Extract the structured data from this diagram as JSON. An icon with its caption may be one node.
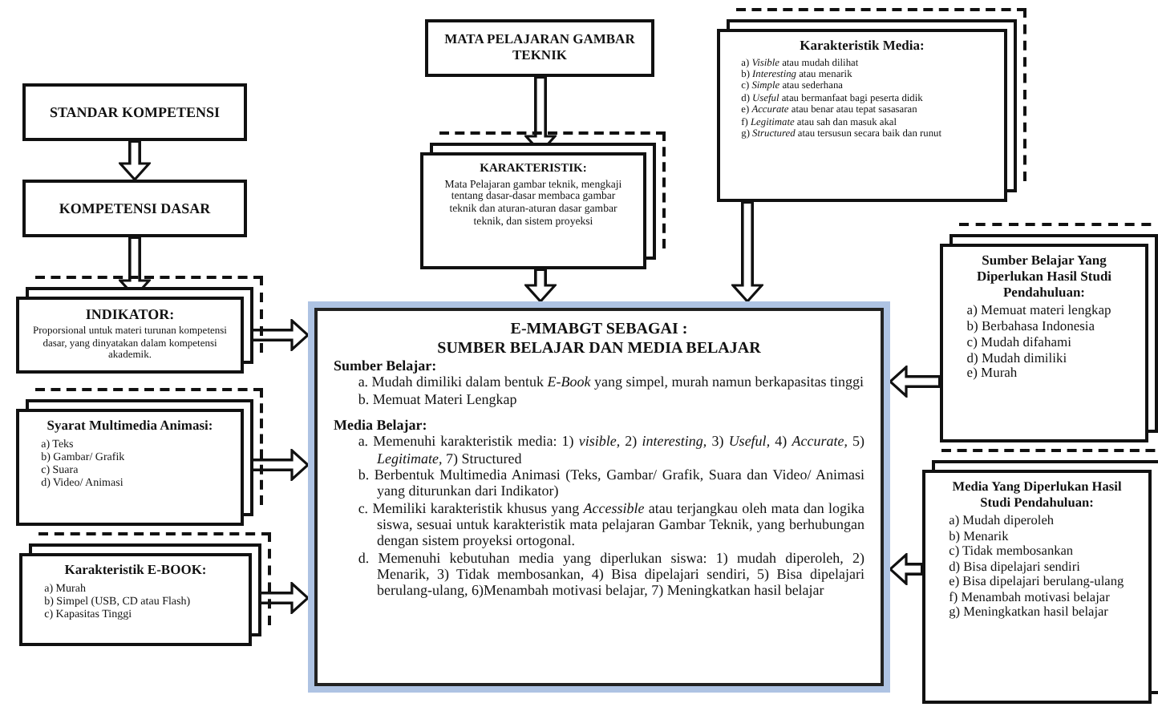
{
  "diagram": {
    "nodes": [
      {
        "text": [
          "STANDAR KOMPETENSI"
        ]
      },
      {
        "text": [
          "KOMPETENSI DASAR"
        ]
      },
      {
        "text": [
          "INDIKATOR:",
          "Proporsional untuk materi turunan kompetensi dasar, yang dinyatakan dalam kompetensi akademik."
        ]
      },
      {
        "text": [
          "Syarat Multimedia Animasi:",
          "a) Teks",
          "b) Gambar/ Grafik",
          "c) Suara",
          "d) Video/ Animasi"
        ]
      },
      {
        "text": [
          "Karakteristik E-BOOK:",
          "a) Murah",
          "b) Simpel (USB, CD atau Flash)",
          "c) Kapasitas Tinggi"
        ]
      },
      {
        "text": [
          "MATA PELAJARAN GAMBAR TEKNIK"
        ]
      },
      {
        "text": [
          "KARAKTERISTIK:",
          "Mata Pelajaran gambar teknik, mengkaji tentang dasar-dasar membaca gambar teknik dan aturan-aturan dasar gambar teknik, dan sistem proyeksi"
        ]
      },
      {
        "text": [
          "Karakteristik Media:",
          "a) *Visible* atau mudah dilihat",
          "b) *Interesting* atau menarik",
          "c) *Simple* atau sederhana",
          "d) *Useful* atau bermanfaat bagi peserta didik",
          "e) *Accurate* atau benar atau tepat sasasaran",
          "f) *Legitimate* atau sah dan masuk akal",
          "g) *Structured* atau tersusun secara baik dan runut"
        ]
      },
      {
        "text": [
          "E-MMABGT SEBAGAI :",
          "SUMBER BELAJAR DAN MEDIA BELAJAR",
          "Sumber Belajar:",
          "a. Mudah dimiliki dalam bentuk *E-Book* yang simpel, murah namun berkapasitas tinggi",
          "b. Memuat Materi Lengkap",
          "Media Belajar:",
          "a. Memenuhi karakteristik media: 1) *visible*, 2) *interesting*, 3) *Useful*, 4) *Accurate*, 5) *Legitimate*, 7) Structured",
          "b. Berbentuk Multimedia Animasi (Teks, Gambar/ Grafik, Suara dan Video/ Animasi yang diturunkan dari Indikator)",
          "c. Memiliki karakteristik khusus yang *Accessible* atau terjangkau oleh mata dan logika siswa, sesuai untuk karakteristik mata pelajaran Gambar Teknik, yang berhubungan dengan sistem proyeksi ortogonal.",
          "d. Memenuhi kebutuhan media yang diperlukan siswa: 1) mudah diperoleh, 2) Menarik, 3) Tidak membosankan, 4) Bisa dipelajari sendiri, 5) Bisa dipelajari berulang-ulang, 6)Menambah motivasi belajar, 7) Meningkatkan hasil belajar"
        ]
      },
      {
        "text": [
          "Sumber Belajar Yang Diperlukan Hasil Studi Pendahuluan:",
          "a) Memuat materi lengkap",
          "b) Berbahasa Indonesia",
          "c) Mudah difahami",
          "d) Mudah dimiliki",
          "e) Murah"
        ]
      },
      {
        "text": [
          "Media Yang Diperlukan Hasil Studi Pendahuluan:",
          "a) Mudah diperoleh",
          "b) Menarik",
          "c) Tidak membosankan",
          "d) Bisa dipelajari sendiri",
          "e) Bisa dipelajari berulang-ulang",
          "f) Menambah motivasi belajar",
          "g) Meningkatkan hasil belajar"
        ]
      }
    ],
    "edges": [
      {
        "from": 0,
        "to": 1,
        "arrow": "to"
      },
      {
        "from": 1,
        "to": 2,
        "arrow": "to"
      },
      {
        "from": 2,
        "to": 8,
        "arrow": "to"
      },
      {
        "from": 3,
        "to": 8,
        "arrow": "to"
      },
      {
        "from": 4,
        "to": 8,
        "arrow": "to"
      },
      {
        "from": 5,
        "to": 6,
        "arrow": "to"
      },
      {
        "from": 6,
        "to": 8,
        "arrow": "to"
      },
      {
        "from": 7,
        "to": 8,
        "arrow": "to"
      },
      {
        "from": 9,
        "to": 8,
        "arrow": "to"
      },
      {
        "from": 10,
        "to": 8,
        "arrow": "to"
      }
    ]
  }
}
